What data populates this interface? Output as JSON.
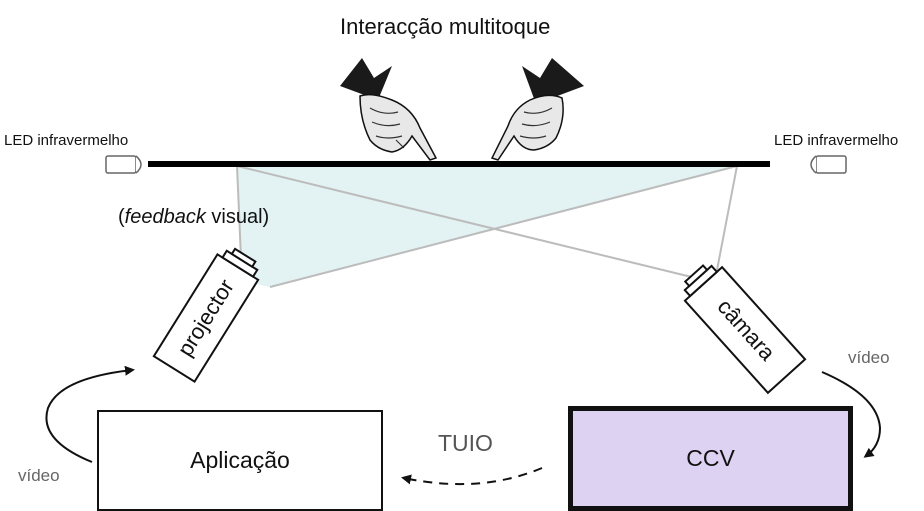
{
  "title": "Interacção multitoque",
  "led_left": "LED infravermelho",
  "led_right": "LED infravermelho",
  "feedback": {
    "paren_open": "(",
    "emphasis": "feedback",
    "rest": " visual)"
  },
  "projector_label": "projector",
  "camera_label": "câmara",
  "video_left": "vídeo",
  "video_right": "vídeo",
  "tuio_label": "TUIO",
  "app_box_label": "Aplicação",
  "ccv_box_label": "CCV",
  "colors": {
    "projection_fill": "#e3f2f2",
    "ccv_fill": "#ded2f2",
    "surface": "#000000",
    "guide_lines": "#bbbbbb"
  },
  "icons": [
    "pointing-hand-left-icon",
    "pointing-hand-right-icon",
    "led-left-icon",
    "led-right-icon",
    "curved-arrow-icon",
    "dashed-arrow-icon"
  ]
}
